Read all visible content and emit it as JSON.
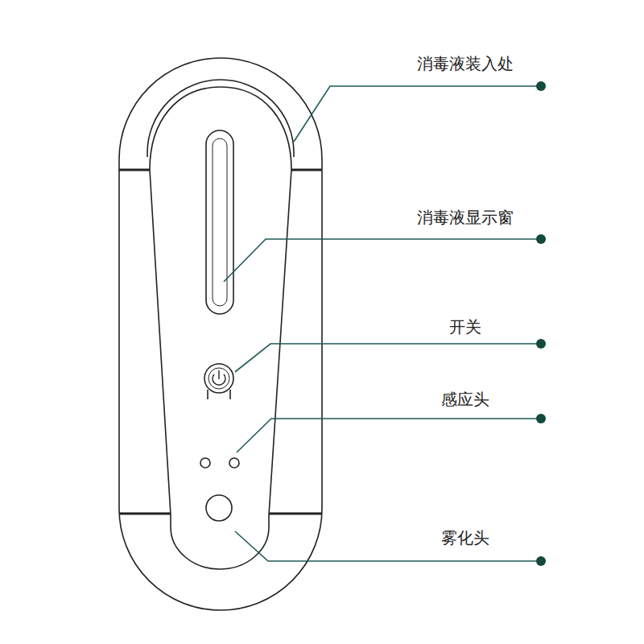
{
  "diagram": {
    "labels": [
      "消毒液装入处",
      "消毒液显示窗",
      "开关",
      "感应头",
      "雾化头"
    ]
  }
}
